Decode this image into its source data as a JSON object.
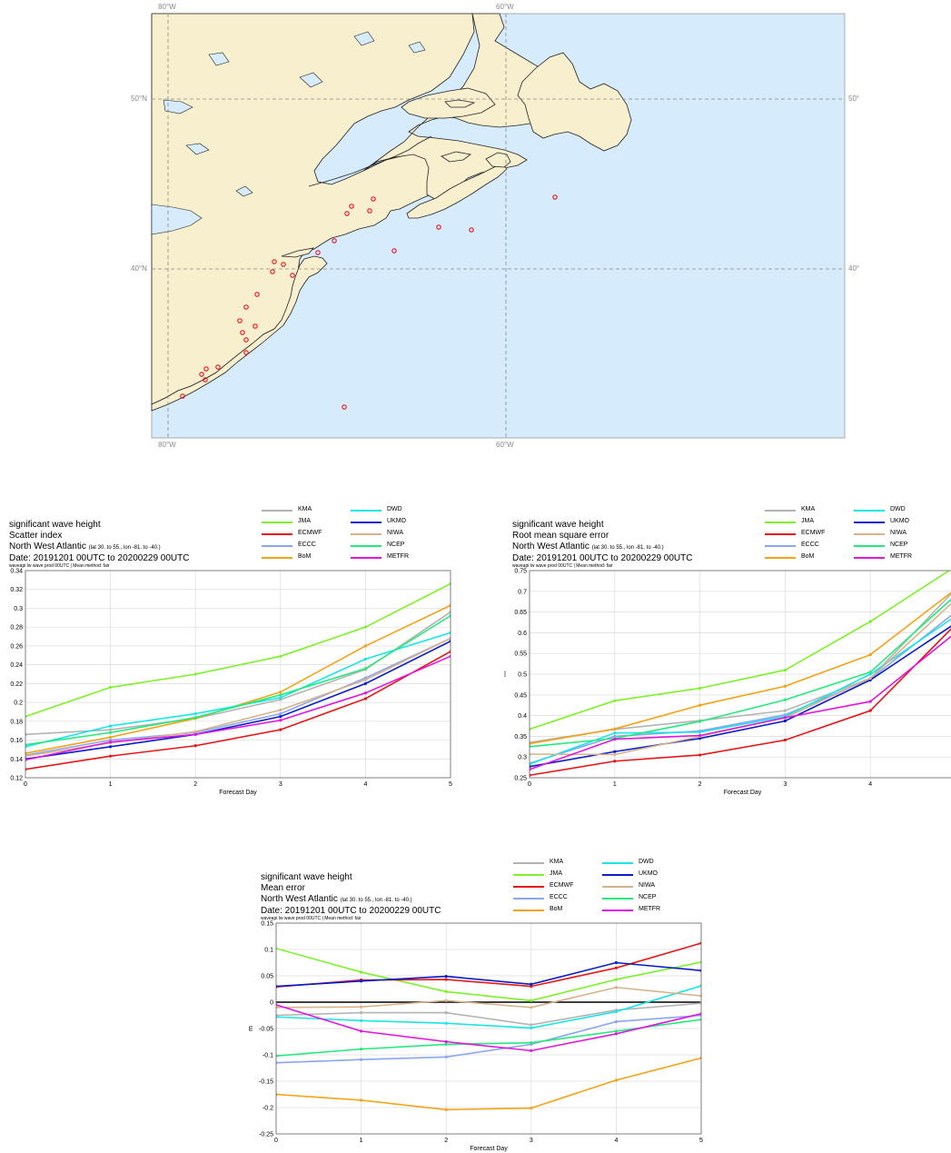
{
  "map": {
    "lon_labels": [
      "80°W",
      "60°W"
    ],
    "lat_labels_left": [
      "50°N",
      "40°N"
    ],
    "lat_labels_right": [
      "50°",
      "40°"
    ],
    "colors": {
      "land": "#f8efcf",
      "sea": "#d6ebfb",
      "marker": "#e8131f"
    }
  },
  "legend": [
    {
      "name": "KMA",
      "color": "#b3b3b3"
    },
    {
      "name": "DWD",
      "color": "#18e6e6"
    },
    {
      "name": "JMA",
      "color": "#7df227"
    },
    {
      "name": "UKMO",
      "color": "#0a1ccc"
    },
    {
      "name": "ECMWF",
      "color": "#e81515"
    },
    {
      "name": "NIWA",
      "color": "#d6b38a"
    },
    {
      "name": "ECCC",
      "color": "#8aa6f2"
    },
    {
      "name": "NCEP",
      "color": "#23ea7c"
    },
    {
      "name": "BoM",
      "color": "#f5a214"
    },
    {
      "name": "METFR",
      "color": "#e216e2"
    }
  ],
  "charts": {
    "scatter": {
      "line1": "significant wave height",
      "line2": "Scatter index",
      "region": "North West Atlantic",
      "region_small": "(lat 30. to 55., lon -81. to -40.)",
      "date": "Date: 20191201 00UTC to 20200229 00UTC",
      "note": "waveapi lw wave prod 00UTC | Mean method: fair"
    },
    "rmse": {
      "line1": "significant wave height",
      "line2": "Root mean square error",
      "region": "North West Atlantic",
      "region_small": "(lat 30. to 55., lon -81. to -40.)",
      "date": "Date: 20191201 00UTC to 20200229 00UTC",
      "note": "waveapi lw wave prod 00UTC | Mean method: fair"
    },
    "mean": {
      "line1": "significant wave height",
      "line2": "Mean error",
      "region": "North West Atlantic",
      "region_small": "(lat 30. to 55., lon -81. to -40.)",
      "date": "Date: 20191201 00UTC to 20200229 00UTC",
      "note": "waveapi lw wave prod 00UTC | Mean method: fair"
    }
  },
  "chart_data": [
    {
      "type": "line",
      "title": "Scatter index",
      "xlabel": "Forecast Day",
      "ylabel": "",
      "x": [
        0,
        1,
        2,
        3,
        4,
        5
      ],
      "xlim": [
        0,
        5
      ],
      "ylim": [
        0.12,
        0.34
      ],
      "yticks": [
        0.12,
        0.14,
        0.16,
        0.18,
        0.2,
        0.22,
        0.24,
        0.26,
        0.28,
        0.3,
        0.32,
        0.34
      ],
      "ytick_labels": [
        "0.12",
        "0.14",
        "0.16",
        "0.18",
        "0.2",
        "0.22",
        "0.24",
        "0.26",
        "0.28",
        "0.3",
        "0.32",
        "0.34"
      ],
      "xticks": [
        0,
        1,
        2,
        3,
        4,
        5
      ],
      "grid": true,
      "series": [
        {
          "name": "KMA",
          "values": [
            0.166,
            0.171,
            0.183,
            0.203,
            0.235,
            0.296
          ]
        },
        {
          "name": "JMA",
          "values": [
            0.185,
            0.216,
            0.23,
            0.249,
            0.28,
            0.326
          ]
        },
        {
          "name": "ECMWF",
          "values": [
            0.129,
            0.143,
            0.154,
            0.171,
            0.204,
            0.254
          ]
        },
        {
          "name": "ECCC",
          "values": [
            0.144,
            0.16,
            0.168,
            0.188,
            0.226,
            0.268
          ]
        },
        {
          "name": "BoM",
          "values": [
            0.146,
            0.163,
            0.183,
            0.211,
            0.26,
            0.303
          ]
        },
        {
          "name": "DWD",
          "values": [
            0.153,
            0.175,
            0.188,
            0.205,
            0.246,
            0.274
          ]
        },
        {
          "name": "UKMO",
          "values": [
            0.14,
            0.153,
            0.166,
            0.185,
            0.22,
            0.265
          ]
        },
        {
          "name": "NIWA",
          "values": [
            0.143,
            0.157,
            0.169,
            0.192,
            0.224,
            0.268
          ]
        },
        {
          "name": "NCEP",
          "values": [
            0.155,
            0.168,
            0.184,
            0.208,
            0.236,
            0.292
          ]
        },
        {
          "name": "METFR",
          "values": [
            0.139,
            0.158,
            0.166,
            0.181,
            0.21,
            0.249
          ]
        }
      ]
    },
    {
      "type": "line",
      "title": "Root mean square error",
      "xlabel": "Forecast Day",
      "ylabel": "m",
      "x": [
        0,
        1,
        2,
        3,
        4,
        5
      ],
      "xlim": [
        0,
        5
      ],
      "ylim": [
        0.25,
        0.75
      ],
      "yticks": [
        0.25,
        0.3,
        0.35,
        0.4,
        0.45,
        0.5,
        0.55,
        0.6,
        0.65,
        0.7,
        0.75
      ],
      "ytick_labels": [
        "0.25",
        "0.3",
        "0.35",
        "0.4",
        "0.45",
        "0.5",
        "0.55",
        "0.6",
        "0.65",
        "0.7",
        "0.75"
      ],
      "xticks": [
        0,
        1,
        2,
        3,
        4
      ],
      "grid": true,
      "series": [
        {
          "name": "KMA",
          "values": [
            0.335,
            0.367,
            0.388,
            0.412,
            0.49,
            0.705
          ]
        },
        {
          "name": "JMA",
          "values": [
            0.367,
            0.436,
            0.466,
            0.51,
            0.627,
            0.76
          ]
        },
        {
          "name": "ECMWF",
          "values": [
            0.256,
            0.29,
            0.305,
            0.341,
            0.412,
            0.62
          ]
        },
        {
          "name": "ECCC",
          "values": [
            0.285,
            0.35,
            0.363,
            0.402,
            0.488,
            0.65
          ]
        },
        {
          "name": "BoM",
          "values": [
            0.332,
            0.368,
            0.425,
            0.471,
            0.547,
            0.705
          ]
        },
        {
          "name": "DWD",
          "values": [
            0.283,
            0.358,
            0.36,
            0.398,
            0.5,
            0.64
          ]
        },
        {
          "name": "UKMO",
          "values": [
            0.277,
            0.313,
            0.345,
            0.387,
            0.486,
            0.623
          ]
        },
        {
          "name": "NIWA",
          "values": [
            0.307,
            0.306,
            0.35,
            0.395,
            0.49,
            0.68
          ]
        },
        {
          "name": "NCEP",
          "values": [
            0.325,
            0.345,
            0.386,
            0.438,
            0.505,
            0.69
          ]
        },
        {
          "name": "METFR",
          "values": [
            0.27,
            0.343,
            0.352,
            0.395,
            0.434,
            0.6
          ]
        }
      ]
    },
    {
      "type": "line",
      "title": "Mean error",
      "xlabel": "Forecast Day",
      "ylabel": "m",
      "x": [
        0,
        1,
        2,
        3,
        4,
        5
      ],
      "xlim": [
        0,
        5
      ],
      "ylim": [
        -0.25,
        0.15
      ],
      "yticks": [
        -0.25,
        -0.2,
        -0.15,
        -0.1,
        -0.05,
        0,
        0.05,
        0.1,
        0.15
      ],
      "ytick_labels": [
        "-0.25",
        "-0.2",
        "-0.15",
        "-0.1",
        "-0.05",
        "0",
        "0.05",
        "0.1",
        "0.15"
      ],
      "xticks": [
        0,
        1,
        2,
        3,
        4,
        5
      ],
      "grid": true,
      "zero_line": true,
      "series": [
        {
          "name": "KMA",
          "values": [
            -0.025,
            -0.02,
            -0.02,
            -0.043,
            -0.015,
            -0.002
          ]
        },
        {
          "name": "JMA",
          "values": [
            0.102,
            0.057,
            0.02,
            0.003,
            0.043,
            0.076
          ]
        },
        {
          "name": "ECMWF",
          "values": [
            0.029,
            0.042,
            0.043,
            0.03,
            0.065,
            0.112
          ]
        },
        {
          "name": "ECCC",
          "values": [
            -0.115,
            -0.109,
            -0.104,
            -0.08,
            -0.037,
            -0.025
          ]
        },
        {
          "name": "BoM",
          "values": [
            -0.175,
            -0.186,
            -0.204,
            -0.201,
            -0.148,
            -0.106
          ]
        },
        {
          "name": "DWD",
          "values": [
            -0.028,
            -0.035,
            -0.04,
            -0.049,
            -0.018,
            0.031
          ]
        },
        {
          "name": "UKMO",
          "values": [
            0.03,
            0.04,
            0.049,
            0.034,
            0.075,
            0.06
          ]
        },
        {
          "name": "NIWA",
          "values": [
            -0.01,
            -0.009,
            0.003,
            -0.01,
            0.028,
            0.012
          ]
        },
        {
          "name": "NCEP",
          "values": [
            -0.102,
            -0.089,
            -0.08,
            -0.077,
            -0.055,
            -0.033
          ]
        },
        {
          "name": "METFR",
          "values": [
            -0.005,
            -0.055,
            -0.075,
            -0.092,
            -0.06,
            -0.022
          ]
        }
      ]
    }
  ]
}
